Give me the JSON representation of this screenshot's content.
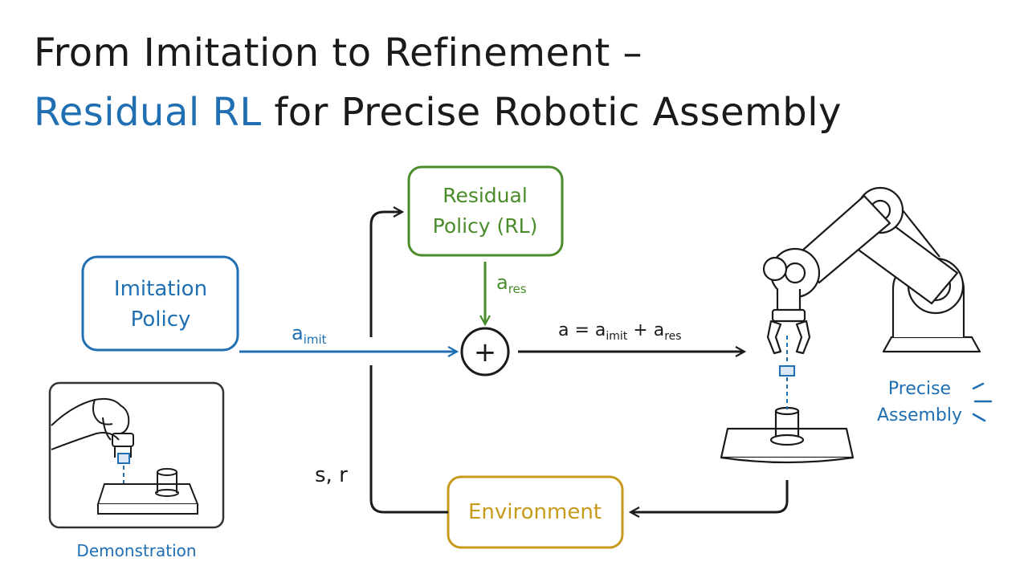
{
  "title": {
    "line1": "From Imitation to Refinement –",
    "line2_highlight": "Residual RL",
    "line2_rest": " for Precise Robotic Assembly"
  },
  "nodes": {
    "imitation_policy": [
      "Imitation",
      "Policy"
    ],
    "residual_policy": [
      "Residual",
      "Policy (RL)"
    ],
    "environment": "Environment",
    "precise_assembly": [
      "Precise",
      "Assembly"
    ],
    "demonstration": "Demonstration",
    "sum_symbol": "+"
  },
  "edges": {
    "a_imit": {
      "base": "a",
      "sub": "imit"
    },
    "a_res": {
      "base": "a",
      "sub": "res"
    },
    "combined": {
      "lhs": "a",
      "eq": " = ",
      "t1": "a",
      "t1sub": "imit",
      "plus": " + ",
      "t2": "a",
      "t2sub": "res"
    },
    "feedback": "s, r"
  },
  "colors": {
    "blue": "#1f6fb2",
    "green": "#4a8c2a",
    "gold": "#c79a1c",
    "ink": "#1a1a1a"
  },
  "icons": [
    "robot-arm-icon",
    "hand-icon",
    "peg-block-icon"
  ]
}
